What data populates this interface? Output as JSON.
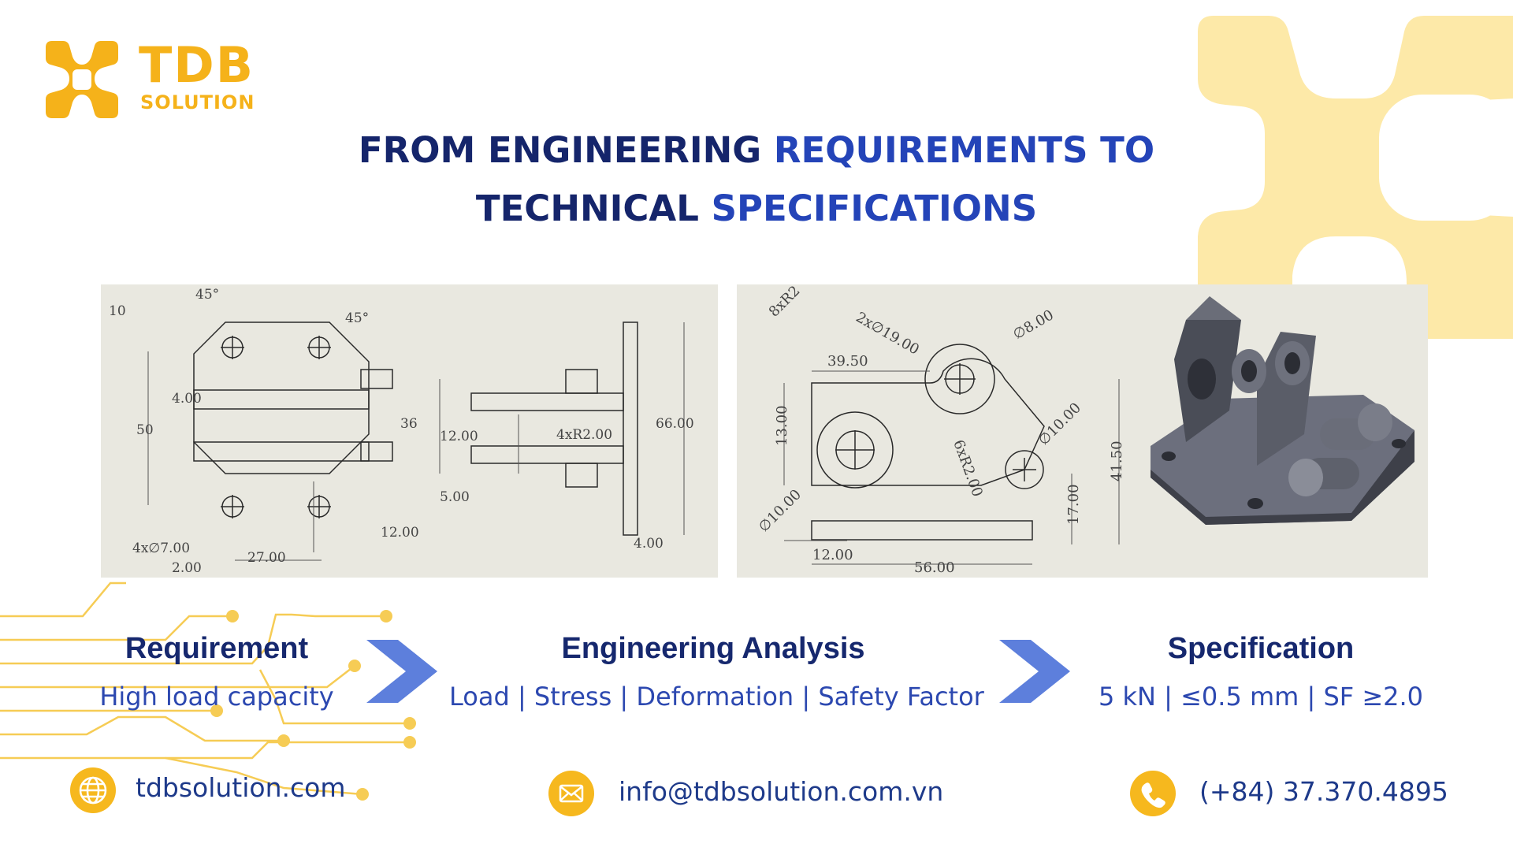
{
  "brand": {
    "name": "TDB",
    "tagline": "SOLUTION",
    "colors": {
      "yellow": "#f5b21a",
      "navy": "#15256b",
      "blue": "#2444b8",
      "pale_yellow": "#fde9a8"
    }
  },
  "title": {
    "line1_part1": "FROM ENGINEERING",
    "line1_part2": "REQUIREMENTS TO",
    "line2_part1": "TECHNICAL",
    "line2_part2": "SPECIFICATIONS"
  },
  "drawing_left": {
    "dims": [
      "10",
      "45°",
      "45°",
      "50",
      "4.00",
      "36",
      "4x∅7.00",
      "2.00",
      "27.00",
      "12.00",
      "12.00",
      "5.00",
      "4xR2.00",
      "66.00",
      "4.00"
    ]
  },
  "drawing_right": {
    "dims": [
      "8xR2",
      "2x∅19.00",
      "∅8.00",
      "39.50",
      "13.00",
      "41.50",
      "6xR2.00",
      "∅10.00",
      "∅10.00",
      "17.00",
      "12.00",
      "56.00"
    ]
  },
  "flow": [
    {
      "heading": "Requirement",
      "text": "High load capacity"
    },
    {
      "heading": "Engineering Analysis",
      "text": "Load | Stress | Deformation | Safety Factor"
    },
    {
      "heading": "Specification",
      "text": "5 kN | ≤0.5 mm | SF ≥2.0"
    }
  ],
  "contacts": {
    "website": {
      "icon": "globe-icon",
      "text": "tdbsolution.com"
    },
    "email": {
      "icon": "envelope-icon",
      "text": "info@tdbsolution.com.vn"
    },
    "phone": {
      "icon": "phone-icon",
      "text": "(+84) 37.370.4895"
    }
  }
}
